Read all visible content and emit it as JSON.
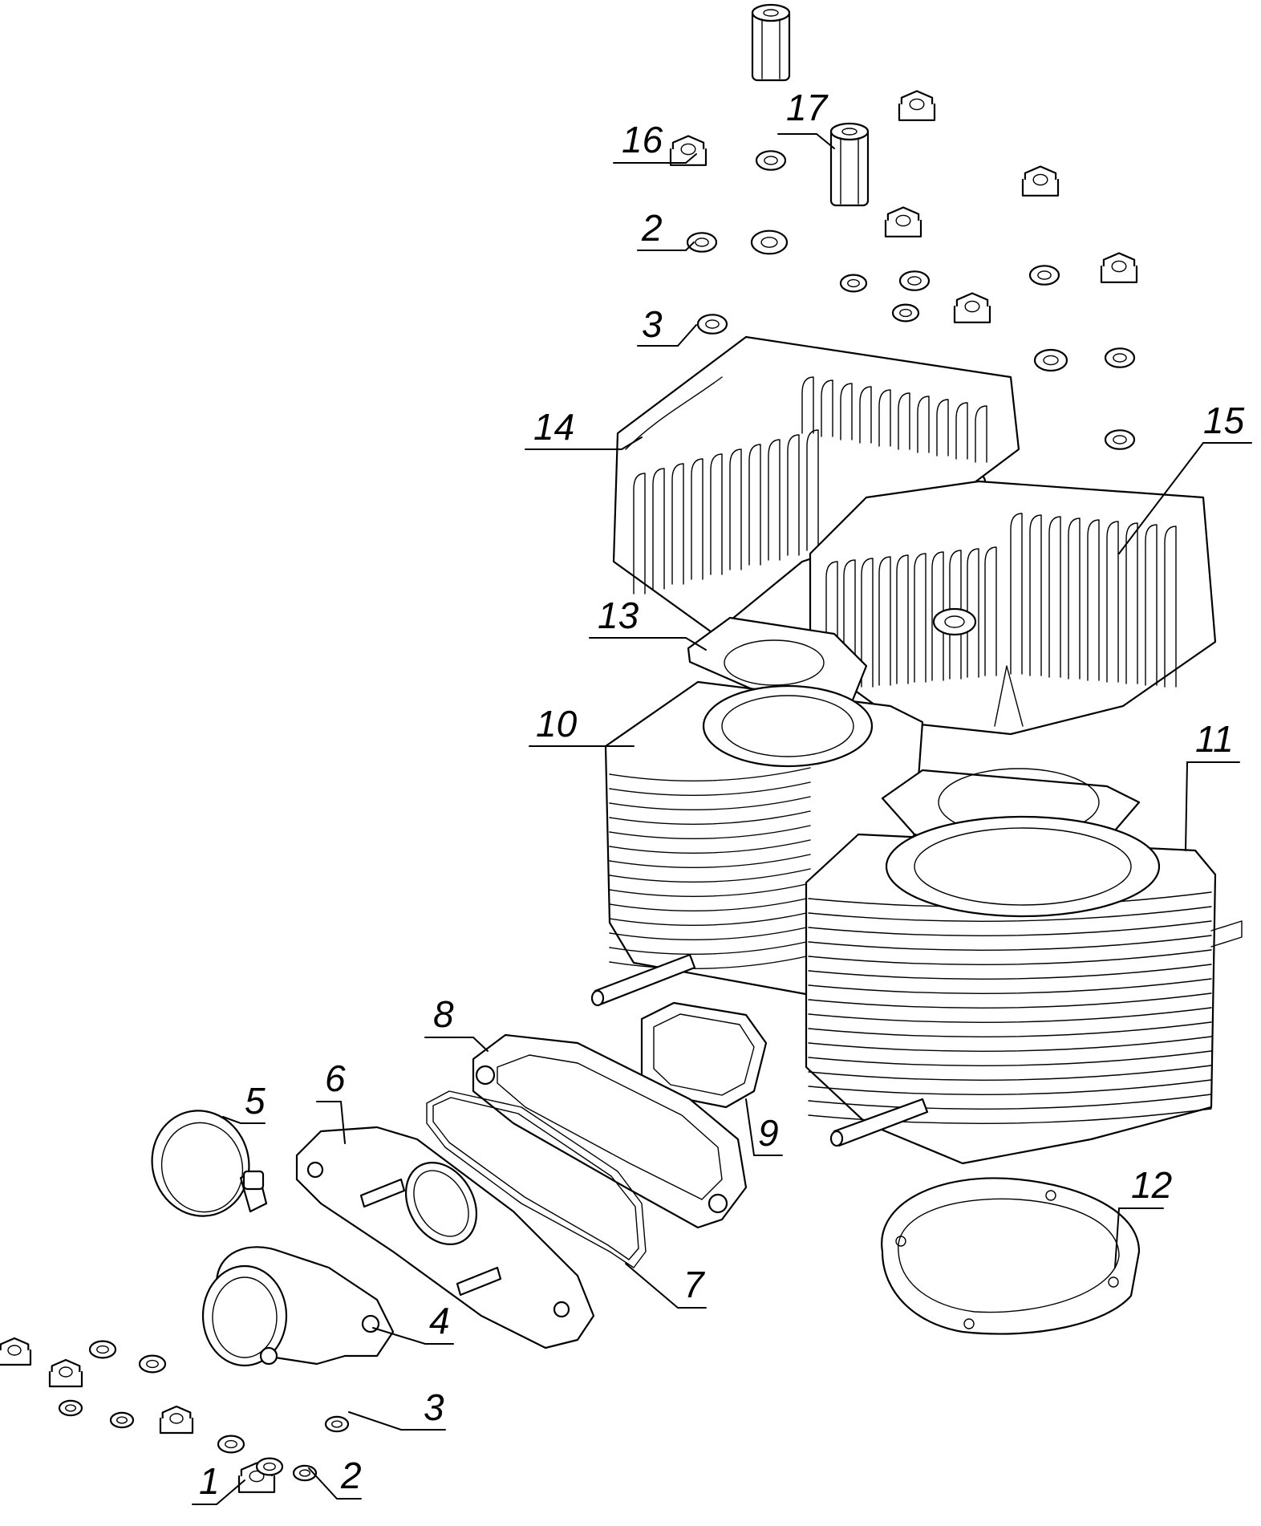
{
  "diagram": {
    "callouts": [
      {
        "id": "c16",
        "label": "16"
      },
      {
        "id": "c17",
        "label": "17"
      },
      {
        "id": "c2-top",
        "label": "2"
      },
      {
        "id": "c3-top",
        "label": "3"
      },
      {
        "id": "c14",
        "label": "14"
      },
      {
        "id": "c15",
        "label": "15"
      },
      {
        "id": "c13",
        "label": "13"
      },
      {
        "id": "c10",
        "label": "10"
      },
      {
        "id": "c11",
        "label": "11"
      },
      {
        "id": "c8",
        "label": "8"
      },
      {
        "id": "c9",
        "label": "9"
      },
      {
        "id": "c6",
        "label": "6"
      },
      {
        "id": "c5",
        "label": "5"
      },
      {
        "id": "c12",
        "label": "12"
      },
      {
        "id": "c7",
        "label": "7"
      },
      {
        "id": "c4",
        "label": "4"
      },
      {
        "id": "c3-bottom",
        "label": "3"
      },
      {
        "id": "c2-bottom",
        "label": "2"
      },
      {
        "id": "c1",
        "label": "1"
      }
    ]
  }
}
